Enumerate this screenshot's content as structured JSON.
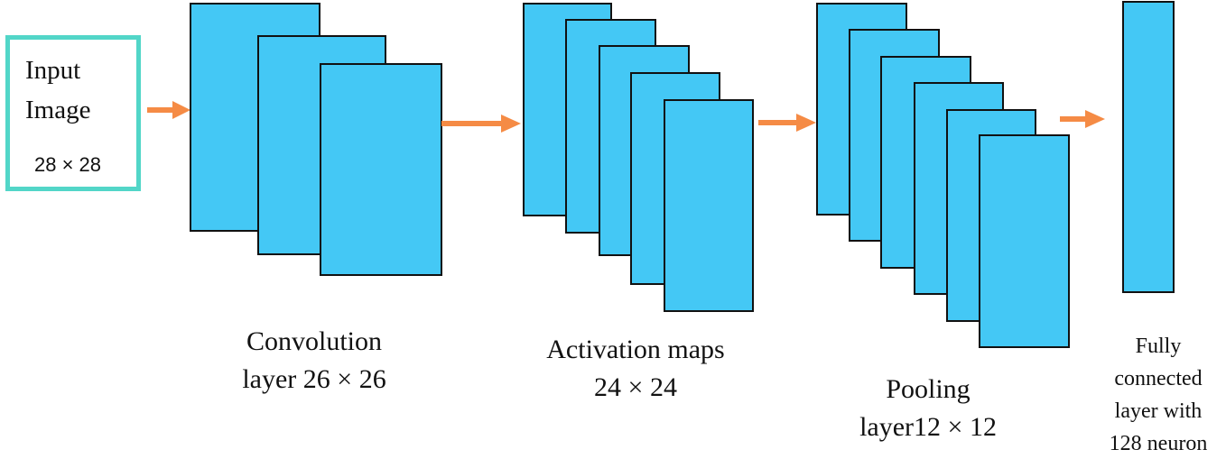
{
  "colors": {
    "feature_map": "#44c8f5",
    "feature_map_border": "#111111",
    "input_border": "#52d6c8",
    "arrow": "#f58b45"
  },
  "input": {
    "title": "Input\nImage",
    "size": "28 × 28"
  },
  "stages": {
    "convolution": {
      "caption": "Convolution\nlayer 26 × 26"
    },
    "activation": {
      "caption": "Activation maps\n24 × 24"
    },
    "pooling": {
      "caption": "Pooling\nlayer12 × 12"
    },
    "fully_connected": {
      "caption": "Fully\nconnected\nlayer with\n128 neuron"
    }
  }
}
